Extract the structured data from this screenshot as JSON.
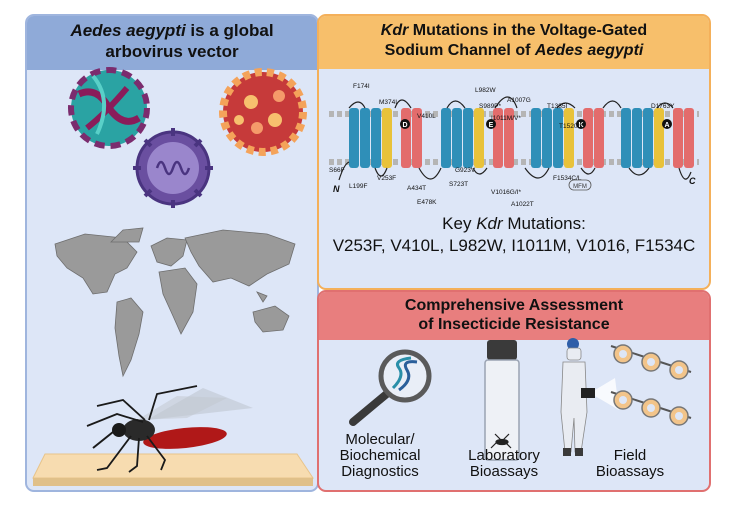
{
  "left_panel": {
    "title_italic": "Aedes aegypti",
    "title_rest": " is a global",
    "title_line2": "arbovirus vector"
  },
  "kdr_panel": {
    "title_italic_1": "Kdr",
    "title_rest_1": " Mutations in the Voltage-Gated",
    "title_line2": "Sodium Channel of ",
    "title_italic_2": "Aedes aegypti",
    "key_label_1": "Key ",
    "key_label_italic": "Kdr",
    "key_label_2": " Mutations:",
    "key_list": "V253F, V410L, L982W, I1011M, V1016, F1534C",
    "domain_labels": [
      "D",
      "E",
      "K",
      "A"
    ],
    "terminal_n": "N",
    "terminal_c": "C",
    "mfm_label": "MFM",
    "mutations": [
      "F174I",
      "S66F",
      "L199F",
      "M374I",
      "V253F",
      "V410L",
      "A434T",
      "E478K",
      "S723T",
      "L982W",
      "S989P*",
      "A1007G",
      "I1011M/V*",
      "G923V",
      "V1016G/I*",
      "A1022T",
      "T1385I",
      "T1520I*",
      "F1534C/L",
      "D1763Y"
    ]
  },
  "assess_panel": {
    "title_line1": "Comprehensive Assessment",
    "title_line2": "of Insecticide Resistance",
    "label_molecular": "Molecular/\nBiochemical\nDiagnostics",
    "label_lab": "Laboratory\nBioassays",
    "label_field": "Field\nBioassays"
  },
  "colors": {
    "blue_panel_bg": "#dde6f7",
    "blue_header": "#8faad8",
    "orange_header": "#f7bf6b",
    "orange_border": "#f4b05a",
    "red_header": "#e87e7e",
    "red_border": "#e07070",
    "segment_blue": "#2f8fb8",
    "segment_yellow": "#e8c23a",
    "segment_red": "#e36c6c"
  }
}
